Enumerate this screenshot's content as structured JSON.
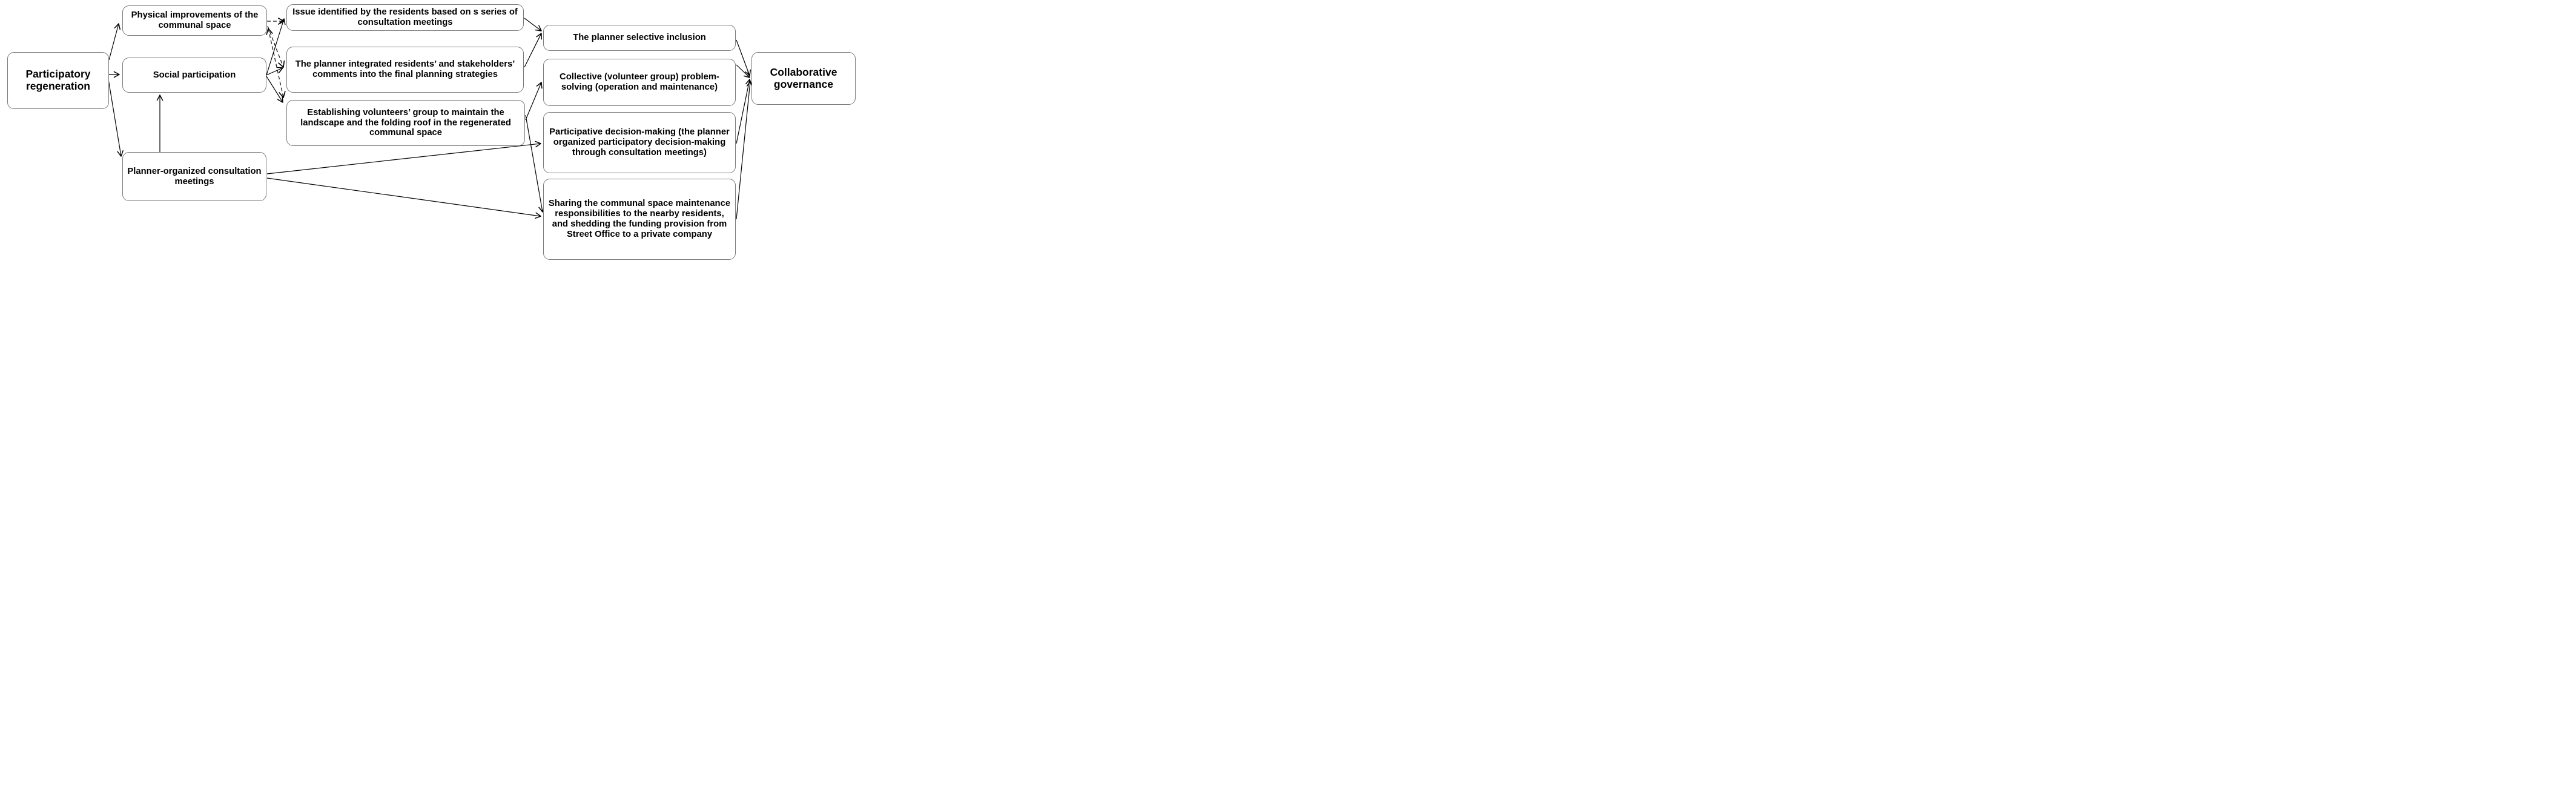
{
  "diagram": {
    "title": "Participatory regeneration to collaborative governance pathway diagram",
    "nodes": {
      "participatory_regeneration": {
        "label": "Participatory regeneration"
      },
      "physical_improvements": {
        "label": "Physical improvements of the communal space"
      },
      "social_participation": {
        "label": "Social participation"
      },
      "planner_meetings": {
        "label": "Planner-organized consultation meetings"
      },
      "issue_identified": {
        "label": "Issue identified by the residents based on s series of consultation meetings"
      },
      "planner_integrated": {
        "label": "The planner integrated residents’ and stakeholders’ comments into the final planning strategies"
      },
      "establishing_volunteers": {
        "label": "Establishing volunteers’ group to maintain the landscape and the folding roof in the regenerated communal space"
      },
      "selective_inclusion": {
        "label": "The planner selective inclusion"
      },
      "collective_problem_solving": {
        "label": "Collective (volunteer group) problem-solving (operation and maintenance)"
      },
      "participative_decision": {
        "label": "Participative decision-making (the planner organized participatory decision-making through consultation meetings)"
      },
      "sharing_maintenance": {
        "label": "Sharing the communal space maintenance responsibilities to the nearby residents, and shedding the funding provision from Street Office to a private company"
      },
      "collaborative_governance": {
        "label": "Collaborative governance"
      }
    },
    "edges": [
      {
        "from": "participatory_regeneration",
        "to": "physical_improvements",
        "style": "solid",
        "bidirectional": false
      },
      {
        "from": "participatory_regeneration",
        "to": "social_participation",
        "style": "solid",
        "bidirectional": false
      },
      {
        "from": "participatory_regeneration",
        "to": "planner_meetings",
        "style": "solid",
        "bidirectional": false
      },
      {
        "from": "planner_meetings",
        "to": "social_participation",
        "style": "solid",
        "bidirectional": false
      },
      {
        "from": "physical_improvements",
        "to": "issue_identified",
        "style": "dashed",
        "bidirectional": false
      },
      {
        "from": "physical_improvements",
        "to": "planner_integrated",
        "style": "dashed",
        "bidirectional": false
      },
      {
        "from": "physical_improvements",
        "to": "establishing_volunteers",
        "style": "dashed",
        "bidirectional": true
      },
      {
        "from": "social_participation",
        "to": "issue_identified",
        "style": "solid",
        "bidirectional": false
      },
      {
        "from": "social_participation",
        "to": "planner_integrated",
        "style": "solid",
        "bidirectional": false
      },
      {
        "from": "social_participation",
        "to": "establishing_volunteers",
        "style": "solid",
        "bidirectional": false
      },
      {
        "from": "issue_identified",
        "to": "selective_inclusion",
        "style": "solid",
        "bidirectional": false
      },
      {
        "from": "planner_integrated",
        "to": "selective_inclusion",
        "style": "solid",
        "bidirectional": false
      },
      {
        "from": "establishing_volunteers",
        "to": "collective_problem_solving",
        "style": "solid",
        "bidirectional": false
      },
      {
        "from": "establishing_volunteers",
        "to": "sharing_maintenance",
        "style": "solid",
        "bidirectional": false
      },
      {
        "from": "planner_meetings",
        "to": "participative_decision",
        "style": "solid",
        "bidirectional": false
      },
      {
        "from": "planner_meetings",
        "to": "sharing_maintenance",
        "style": "solid",
        "bidirectional": false
      },
      {
        "from": "selective_inclusion",
        "to": "collaborative_governance",
        "style": "solid",
        "bidirectional": false
      },
      {
        "from": "collective_problem_solving",
        "to": "collaborative_governance",
        "style": "solid",
        "bidirectional": false
      },
      {
        "from": "participative_decision",
        "to": "collaborative_governance",
        "style": "solid",
        "bidirectional": false
      },
      {
        "from": "sharing_maintenance",
        "to": "collaborative_governance",
        "style": "solid",
        "bidirectional": false
      }
    ]
  }
}
